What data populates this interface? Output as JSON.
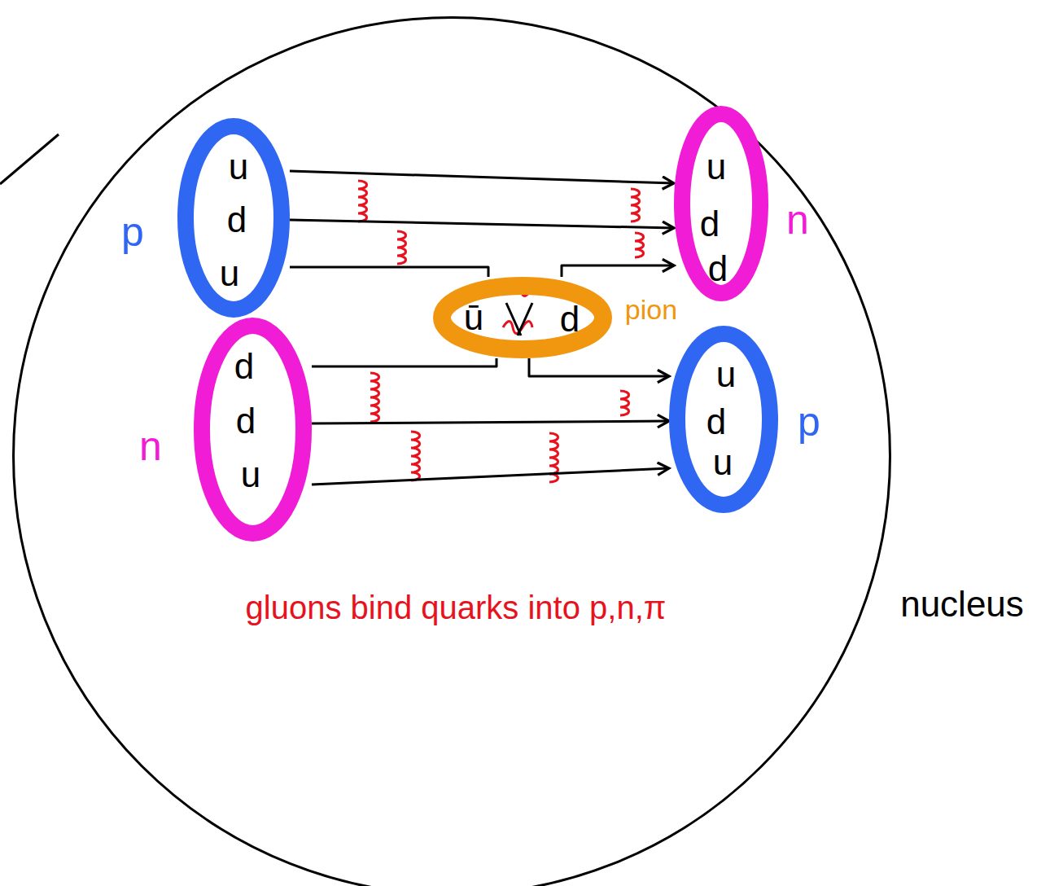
{
  "diagram": {
    "nodes": [
      {
        "text": [
          "nucleus"
        ]
      },
      {
        "text": [
          "p",
          "u",
          "d",
          "u"
        ],
        "in": 0
      },
      {
        "text": [
          "n",
          "u",
          "d",
          "d"
        ],
        "in": 0
      },
      {
        "text": [
          "pion",
          "ū",
          "d"
        ],
        "in": 0
      },
      {
        "text": [
          "n",
          "d",
          "d",
          "u"
        ],
        "in": 0
      },
      {
        "text": [
          "p",
          "u",
          "d",
          "u"
        ],
        "in": 0
      }
    ],
    "edges": [
      {
        "from": 1,
        "to": 2,
        "arrow": "to"
      },
      {
        "from": 1,
        "to": 2,
        "arrow": "to"
      },
      {
        "from": 1,
        "to": 3,
        "arrow": "none"
      },
      {
        "from": 3,
        "to": 2,
        "arrow": "to"
      },
      {
        "from": 4,
        "to": 3,
        "arrow": "none"
      },
      {
        "from": 3,
        "to": 5,
        "arrow": "to"
      },
      {
        "from": 4,
        "to": 5,
        "arrow": "to"
      },
      {
        "from": 4,
        "to": 5,
        "arrow": "to"
      }
    ],
    "labels": [
      "gluons bind quarks into p,n,π"
    ]
  }
}
